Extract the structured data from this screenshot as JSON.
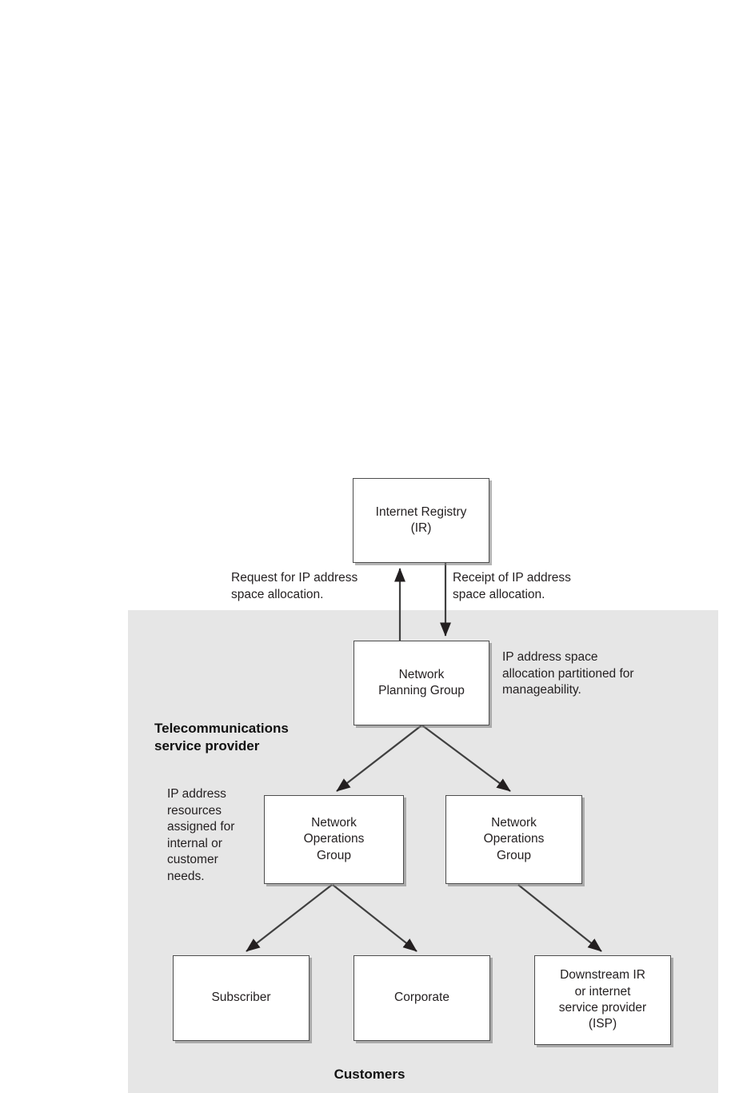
{
  "diagram": {
    "title_implicit": "IP address space allocation flow",
    "background_color": "#ffffff",
    "band_color": "#e6e6e6",
    "node_border_color": "#4d4d4d",
    "node_fill_color": "#ffffff",
    "text_color": "#231f20",
    "band": {
      "label": "Telecommunications\nservice provider",
      "footer_label": "Customers"
    },
    "nodes": [
      {
        "id": "internet-registry",
        "label": "Internet Registry\n(IR)"
      },
      {
        "id": "network-planning-group",
        "label": "Network\nPlanning Group"
      },
      {
        "id": "network-operations-group-left",
        "label": "Network\nOperations\nGroup"
      },
      {
        "id": "network-operations-group-right",
        "label": "Network\nOperations\nGroup"
      },
      {
        "id": "subscriber",
        "label": "Subscriber"
      },
      {
        "id": "corporate",
        "label": "Corporate"
      },
      {
        "id": "downstream-isp",
        "label": "Downstream IR\nor internet\nservice provider\n(ISP)"
      }
    ],
    "annotations": [
      {
        "id": "request-note",
        "text": "Request for IP address\nspace allocation."
      },
      {
        "id": "receipt-note",
        "text": "Receipt of IP address\nspace allocation."
      },
      {
        "id": "partition-note",
        "text": "IP address space\nallocation partitioned for\nmanageability."
      },
      {
        "id": "resources-note",
        "text": "IP address\nresources\nassigned for\ninternal or\ncustomer\nneeds."
      }
    ]
  }
}
